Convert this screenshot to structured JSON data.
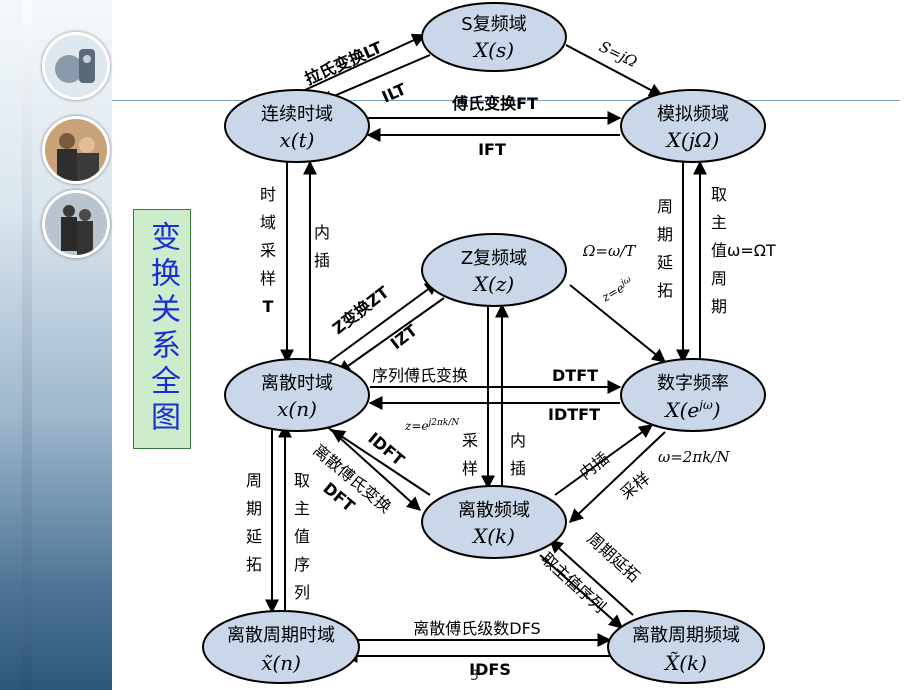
{
  "title": "变换关系全图",
  "page_number": "3",
  "colors": {
    "node_fill": "#c9d7e8",
    "node_stroke": "#000000",
    "title_fill": "#cceccc",
    "title_text": "#1b2fd1"
  },
  "nodes": {
    "s": {
      "title": "S复频域",
      "sub": "X(s)"
    },
    "ct": {
      "title": "连续时域",
      "sub": "x(t)"
    },
    "af": {
      "title": "模拟频域",
      "sub": "X(jΩ)"
    },
    "z": {
      "title": "Z复频域",
      "sub": "X(z)"
    },
    "dt": {
      "title": "离散时域",
      "sub": "x(n)"
    },
    "df": {
      "title": "数字频率",
      "sub": "X(e",
      "sub_sup": "jω",
      "sub_end": ")"
    },
    "dk": {
      "title": "离散频域",
      "sub": "X(k)"
    },
    "pt": {
      "title": "离散周期时域",
      "sub": "x̃(n)"
    },
    "pf": {
      "title": "离散周期频域",
      "sub": "X̃(k)"
    }
  },
  "labels": {
    "lt": "拉氏变换LT",
    "ilt": "ILT",
    "s_jomega": "S=jΩ",
    "ft": "傅氏变换FT",
    "ift": "IFT",
    "time_sampling": [
      "时",
      "域",
      "采",
      "样",
      "T"
    ],
    "interp_left": [
      "内",
      "插"
    ],
    "period_ext_right": [
      "周",
      "期",
      "延",
      "拓"
    ],
    "take_main_right": [
      "取",
      "主",
      "值ω=ΩT",
      "周",
      "期"
    ],
    "omega_eq": "Ω=ω/T",
    "zt": "Z变换ZT",
    "izt": "IZT",
    "z_eq": "z=e",
    "z_eq_sup": "jω",
    "seq_ft": "序列傅氏变换",
    "dtft": "DTFT",
    "idtft": "IDTFT",
    "z_eq2": "z=e",
    "z_eq2_sup": "j2πk/N",
    "sample_mid": [
      "采",
      "样"
    ],
    "interp_mid": [
      "内",
      "插"
    ],
    "idft": "IDFT",
    "dft_text": "离散傅氏变换",
    "dft": "DFT",
    "interp_right": "内插",
    "sample_right": "采样",
    "omega_k": "ω=2πk/N",
    "period_ext_left": [
      "周",
      "期",
      "延",
      "拓"
    ],
    "take_main_left": [
      "取",
      "主",
      "值",
      "序",
      "列"
    ],
    "take_main_seq": "取主值序列",
    "period_ext_diag": "周期延拓",
    "dfs": "离散傅氏级数DFS",
    "idfs": "IDFS"
  }
}
